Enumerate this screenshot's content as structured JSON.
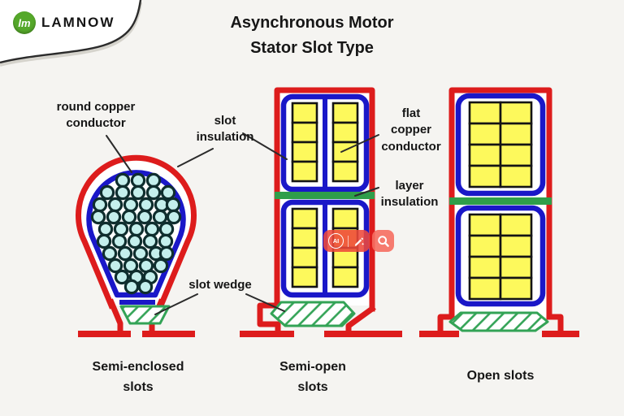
{
  "brand": {
    "monogram": "lm",
    "name": "LAMNOW"
  },
  "title": {
    "line1": "Asynchronous Motor",
    "line2": "Stator Slot Type"
  },
  "annotations": {
    "round_copper_conductor": "round copper\nconductor",
    "slot_insulation": "slot\ninsulation",
    "flat_copper_conductor": "flat\ncopper\nconductor",
    "layer_insulation": "layer\ninsulation",
    "slot_wedge": "slot wedge"
  },
  "captions": {
    "semi_enclosed": "Semi-enclosed\nslots",
    "semi_open": "Semi-open\nslots",
    "open": "Open slots"
  },
  "overlay_toolbar": {
    "ai_label": "AI"
  },
  "colors": {
    "bg": "#f5f4f1",
    "ink": "#161616",
    "red": "#dd1c1c",
    "blue": "#1a17c8",
    "yellow": "#fdf95c",
    "cell-stroke": "#141414",
    "green": "#2f9e4a",
    "wedge-green": "#33a356",
    "conductor-fill": "#c4efec",
    "conductor-ring": "#0f2e2e",
    "leader": "#2b2b2b",
    "logo-green": "#55a82a",
    "toolbar-red": "rgba(238,72,58,0.88)",
    "toolbar-red-light": "rgba(246,110,96,0.9)"
  }
}
